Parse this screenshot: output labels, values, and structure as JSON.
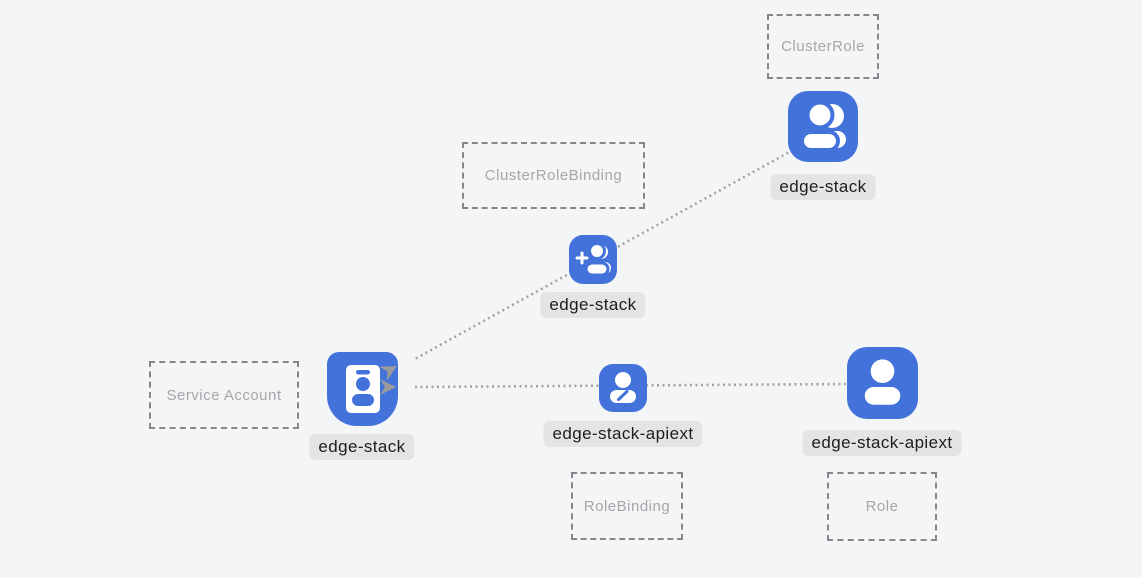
{
  "colors": {
    "background": "#f4f5f6",
    "node_blue": "#4372db",
    "label_bg": "#e3e4e6",
    "label_text": "#1d1d1f",
    "type_box_border": "#86878b",
    "type_box_text": "#a5a6a9",
    "connector_line": "#a3a3a3",
    "arrowhead": "#9b9b9b"
  },
  "nodes": {
    "cluster_role": {
      "type_label": "ClusterRole",
      "name": "edge-stack",
      "icon": "users-group-icon"
    },
    "cluster_role_binding": {
      "type_label": "ClusterRoleBinding",
      "name": "edge-stack",
      "icon": "user-add-icon"
    },
    "service_account": {
      "type_label": "Service Account",
      "name": "edge-stack",
      "icon": "id-badge-icon"
    },
    "role_binding": {
      "type_label": "RoleBinding",
      "name": "edge-stack-apiext",
      "icon": "user-edit-icon"
    },
    "role": {
      "type_label": "Role",
      "name": "edge-stack-apiext",
      "icon": "user-icon"
    }
  },
  "edges": [
    {
      "from": "cluster_role",
      "through": "cluster_role_binding",
      "to": "service_account",
      "style": "dotted",
      "arrowhead_at": "service_account"
    },
    {
      "from": "role",
      "through": "role_binding",
      "to": "service_account",
      "style": "dotted",
      "arrowhead_at": "service_account"
    }
  ]
}
